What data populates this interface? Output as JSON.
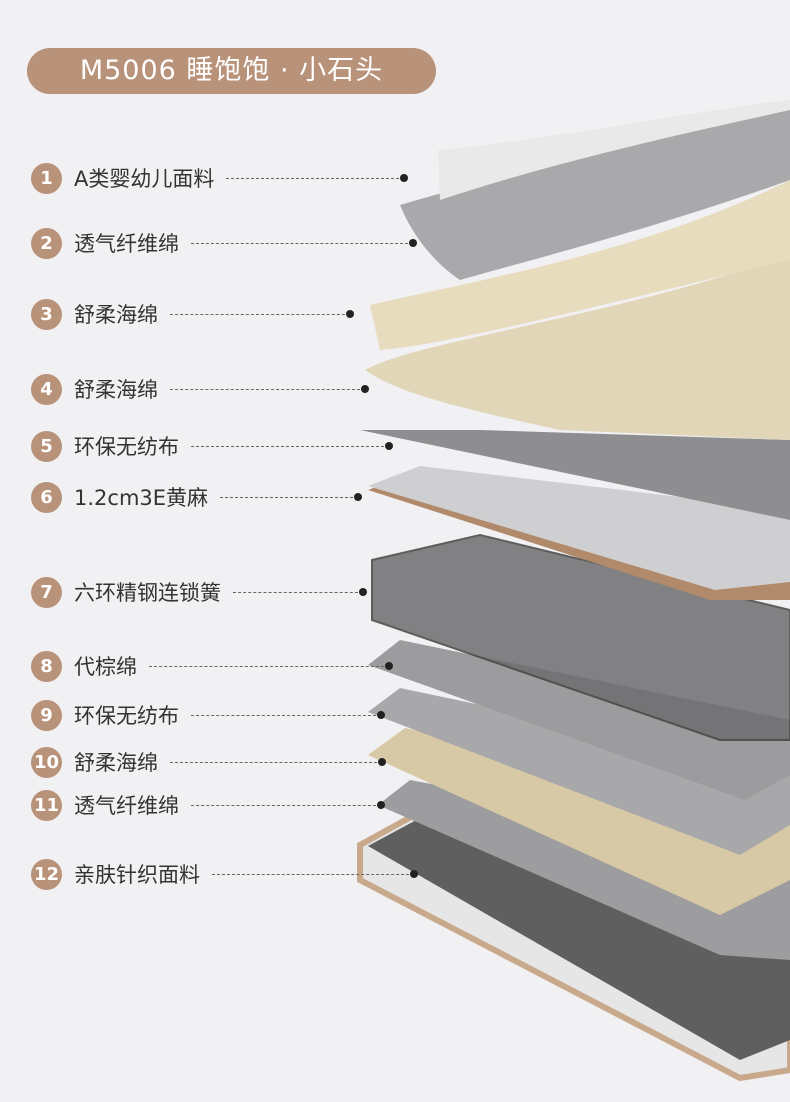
{
  "title": "M5006  睡饱饱 · 小石头",
  "layers": [
    {
      "num": "1",
      "label": "A类婴幼儿面料"
    },
    {
      "num": "2",
      "label": "透气纤维绵"
    },
    {
      "num": "3",
      "label": "舒柔海绵"
    },
    {
      "num": "4",
      "label": "舒柔海绵"
    },
    {
      "num": "5",
      "label": "环保无纺布"
    },
    {
      "num": "6",
      "label": "1.2cm3E黄麻"
    },
    {
      "num": "7",
      "label": "六环精钢连锁簧"
    },
    {
      "num": "8",
      "label": "代棕绵"
    },
    {
      "num": "9",
      "label": "环保无纺布"
    },
    {
      "num": "10",
      "label": "舒柔海绵"
    },
    {
      "num": "11",
      "label": "透气纤维绵"
    },
    {
      "num": "12",
      "label": "亲肤针织面料"
    }
  ],
  "colors": {
    "accent": "#b9927a",
    "background": "#f1f0f3"
  }
}
